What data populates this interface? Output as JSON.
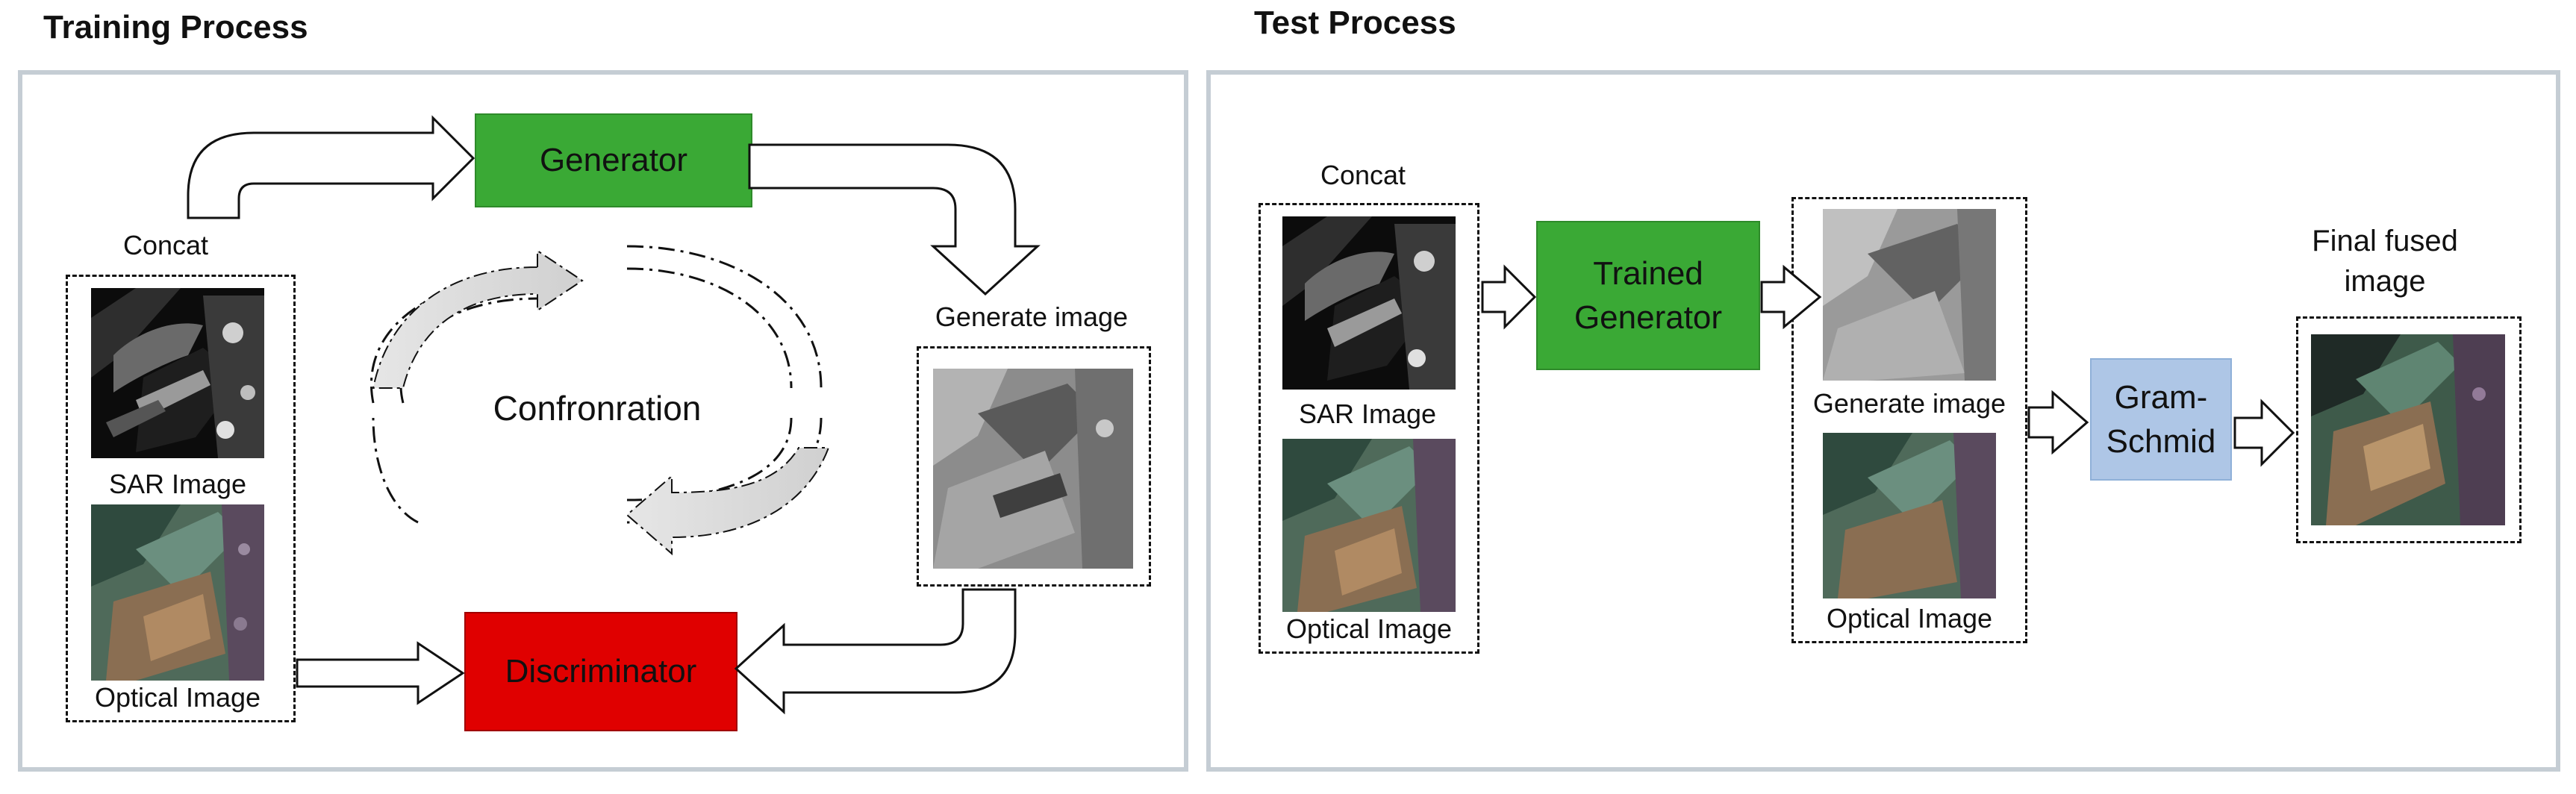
{
  "training": {
    "title": "Training Process",
    "concat_label": "Concat",
    "sar_label": "SAR Image",
    "optical_label": "Optical Image",
    "generator_label": "Generator",
    "discriminator_label": "Discriminator",
    "generate_image_label": "Generate image",
    "cycle_label": "Confronration"
  },
  "test": {
    "title": "Test Process",
    "concat_label": "Concat",
    "sar_label": "SAR Image",
    "optical_label": "Optical Image",
    "trained_generator_label": "Trained Generator",
    "generate_image_label": "Generate image",
    "gram_schmid_label": "Gram-Schmid",
    "final_label": "Final fused image"
  },
  "colors": {
    "generator": "#3aa935",
    "discriminator": "#e00000",
    "gram_schmid": "#aec6e6",
    "panel_border": "#c5cdd4"
  }
}
